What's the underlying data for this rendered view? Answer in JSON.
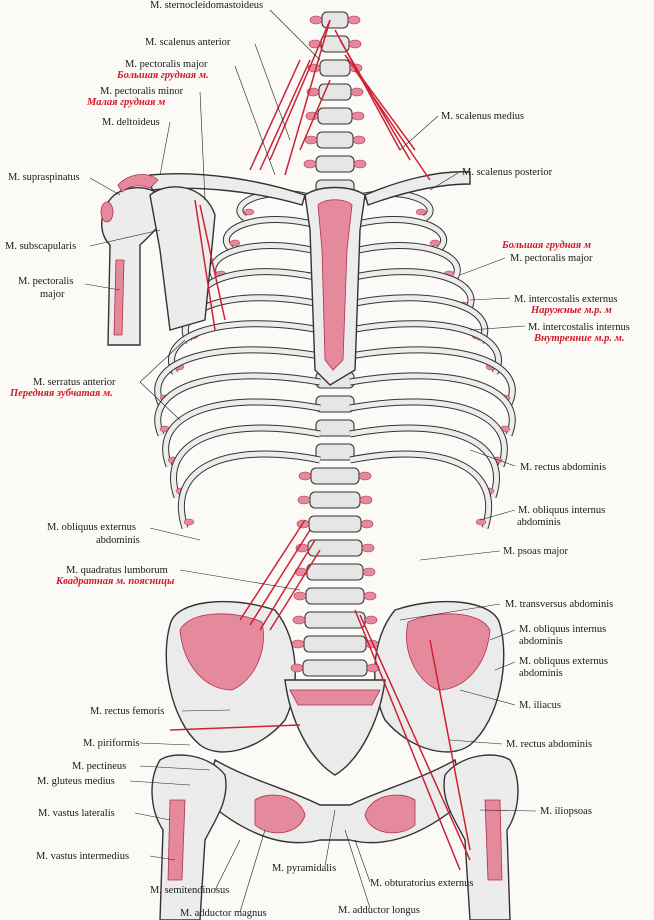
{
  "figure": {
    "colors": {
      "bone_fill": "#ececec",
      "bone_stroke": "#333333",
      "muscle_attachment": "#e58a9c",
      "muscle_line": "#cc2233",
      "russian_label": "#d11a2a"
    },
    "labels": {
      "sternocleidomastoideus": "M. sternocleidomastoideus",
      "scalenus_anterior": "M. scalenus anterior",
      "pectoralis_major_top": "M. pectoralis major",
      "ru_pectoralis_major_top": "Большая грудная м.",
      "pectoralis_minor": "M. pectoralis minor",
      "ru_pectoralis_minor": "Малая грудная м",
      "deltoideus": "M. deltoideus",
      "supraspinatus": "M. supraspinatus",
      "subscapularis": "M. subscapularis",
      "pectoralis_major_left_1": "M. pectoralis",
      "pectoralis_major_left_2": "major",
      "scalenus_medius": "M. scalenus medius",
      "scalenus_posterior": "M. scalenus posterior",
      "ru_pectoralis_major_right": "Большая грудная м",
      "pectoralis_major_right": "M. pectoralis major",
      "intercostalis_externus": "M. intercostalis externus",
      "ru_intercostalis_externus": "Наружные м.р. м",
      "intercostalis_internus": "M. intercostalis internus",
      "ru_intercostalis_internus": "Внутренние м.р. м.",
      "serratus_anterior": "M. serratus anterior",
      "ru_serratus_anterior": "Передняя зубчатая м.",
      "rectus_abdominis_upper": "M. rectus abdominis",
      "obliquus_internus_upper_1": "M. obliquus  internus",
      "obliquus_internus_upper_2": "abdominis",
      "obliquus_externus_left_1": "M. obliquus externus",
      "obliquus_externus_left_2": "abdominis",
      "psoas_major": "M. psoas major",
      "quadratus_lumborum": "M. quadratus lumborum",
      "ru_quadratus_lumborum": "Квадратная м. поясницы",
      "transversus_abdominis": "M. transversus abdominis",
      "obliquus_internus_lower_1": "M. obliquus internus",
      "obliquus_internus_lower_2": "abdominis",
      "obliquus_externus_lower_1": "M. obliquus externus",
      "obliquus_externus_lower_2": "abdominis",
      "rectus_femoris": "M. rectus femoris",
      "iliacus": "M. iliacus",
      "piriformis": "M. piriformis",
      "rectus_abdominis_lower": "M. rectus abdominis",
      "pectineus": "M. pectineus",
      "gluteus_medius": "M. gluteus medius",
      "vastus_lateralis": "M. vastus  lateralis",
      "iliopsoas": "M. iliopsoas",
      "vastus_intermedius": "M. vastus intermedius",
      "pyramidalis": "M. pyramidalis",
      "semitendinosus": "M. semitendinosus",
      "obturatorius_externus": "M. obturatorius externus",
      "adductor_magnus": "M. adductor magnus",
      "adductor_longus": "M. adductor longus"
    }
  }
}
